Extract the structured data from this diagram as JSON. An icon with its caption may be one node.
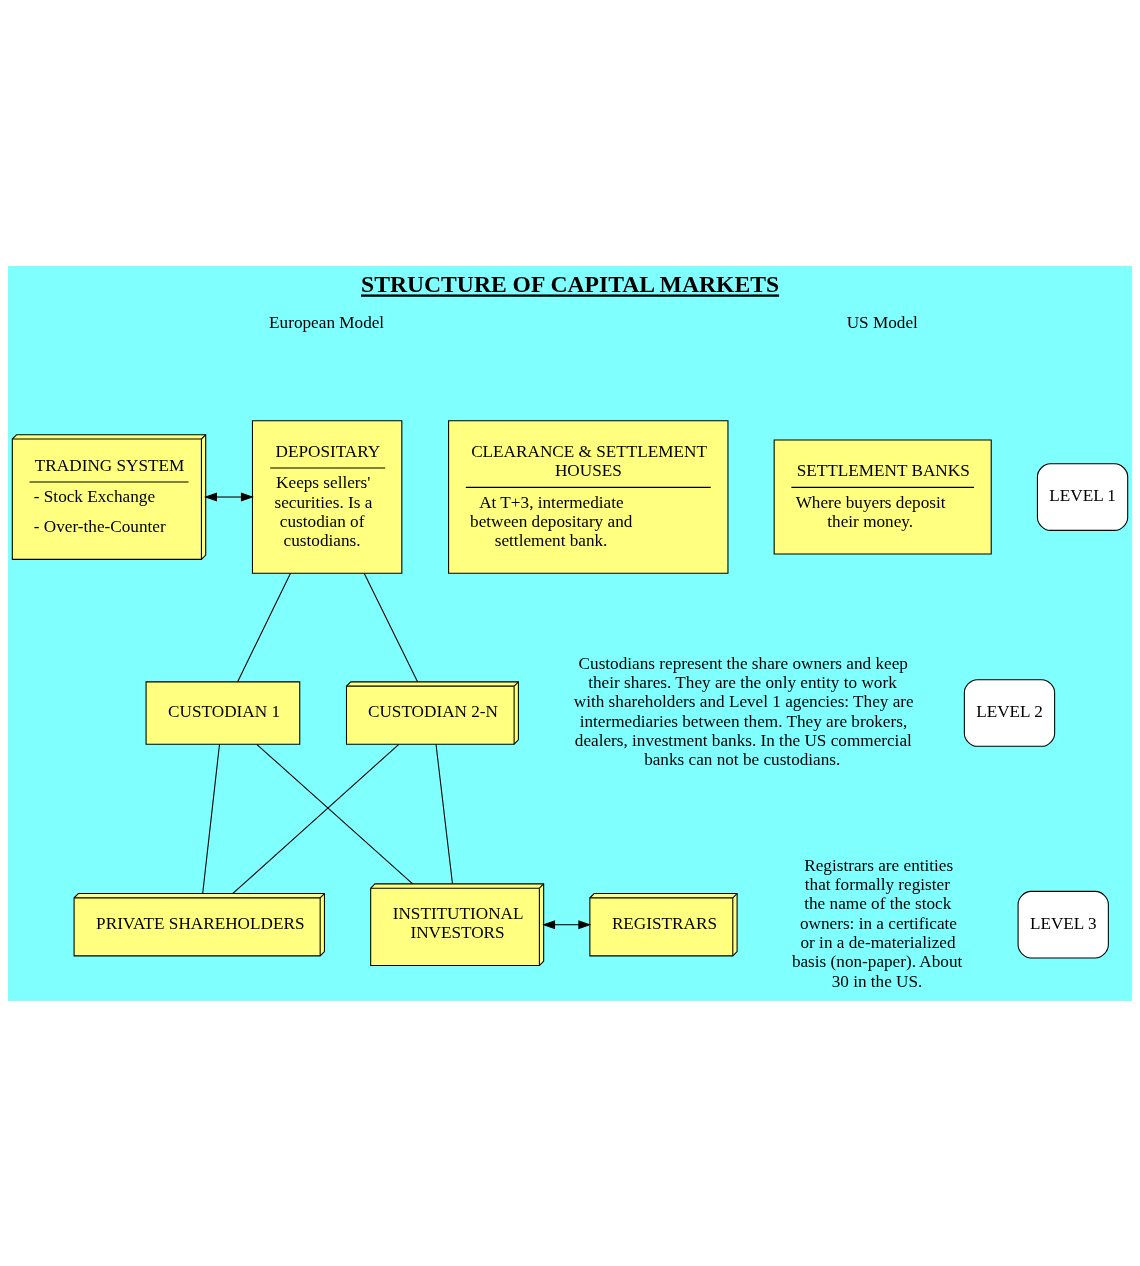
{
  "diagram": {
    "title": "STRUCTURE OF CAPITAL MARKETS",
    "nodes": [
      {
        "text": [
          "TRADING SYSTEM",
          "- Stock Exchange",
          "- Over-the-Counter"
        ]
      },
      {
        "text": [
          "DEPOSITARY",
          "Keeps sellers' securities. Is a custodian of custodians."
        ]
      },
      {
        "text": [
          "CLEARANCE & SETTLEMENT HOUSES",
          "At T+3, intermediate between depositary and settlement bank."
        ]
      },
      {
        "text": [
          "SETTLEMENT BANKS",
          "Where buyers deposit their money."
        ]
      },
      {
        "text": [
          "CUSTODIAN 1"
        ]
      },
      {
        "text": [
          "CUSTODIAN 2-N"
        ]
      },
      {
        "text": [
          "PRIVATE SHAREHOLDERS"
        ]
      },
      {
        "text": [
          "INSTITUTIONAL INVESTORS"
        ]
      },
      {
        "text": [
          "REGISTRARS"
        ]
      },
      {
        "text": [
          "LEVEL 1"
        ]
      },
      {
        "text": [
          "LEVEL 2"
        ]
      },
      {
        "text": [
          "LEVEL 3"
        ]
      }
    ],
    "edges": [
      {
        "from": 0,
        "to": 1,
        "arrow": "both"
      },
      {
        "from": 1,
        "to": 4,
        "arrow": "none"
      },
      {
        "from": 1,
        "to": 5,
        "arrow": "none"
      },
      {
        "from": 4,
        "to": 6,
        "arrow": "none"
      },
      {
        "from": 4,
        "to": 7,
        "arrow": "none"
      },
      {
        "from": 5,
        "to": 6,
        "arrow": "none"
      },
      {
        "from": 5,
        "to": 7,
        "arrow": "none"
      },
      {
        "from": 7,
        "to": 8,
        "arrow": "both"
      }
    ],
    "labels": [
      "European Model",
      "US Model",
      "Custodians represent the share owners and keep their shares. They are the only entity to work with shareholders and Level 1 agencies: They are intermediaries between them. They are brokers, dealers, investment banks. In the US commercial banks can not be custodians.",
      "Registrars are entities that formally register the name of the stock owners: in a certificate or in a de-materialized basis (non-paper). About 30 in the US."
    ]
  }
}
